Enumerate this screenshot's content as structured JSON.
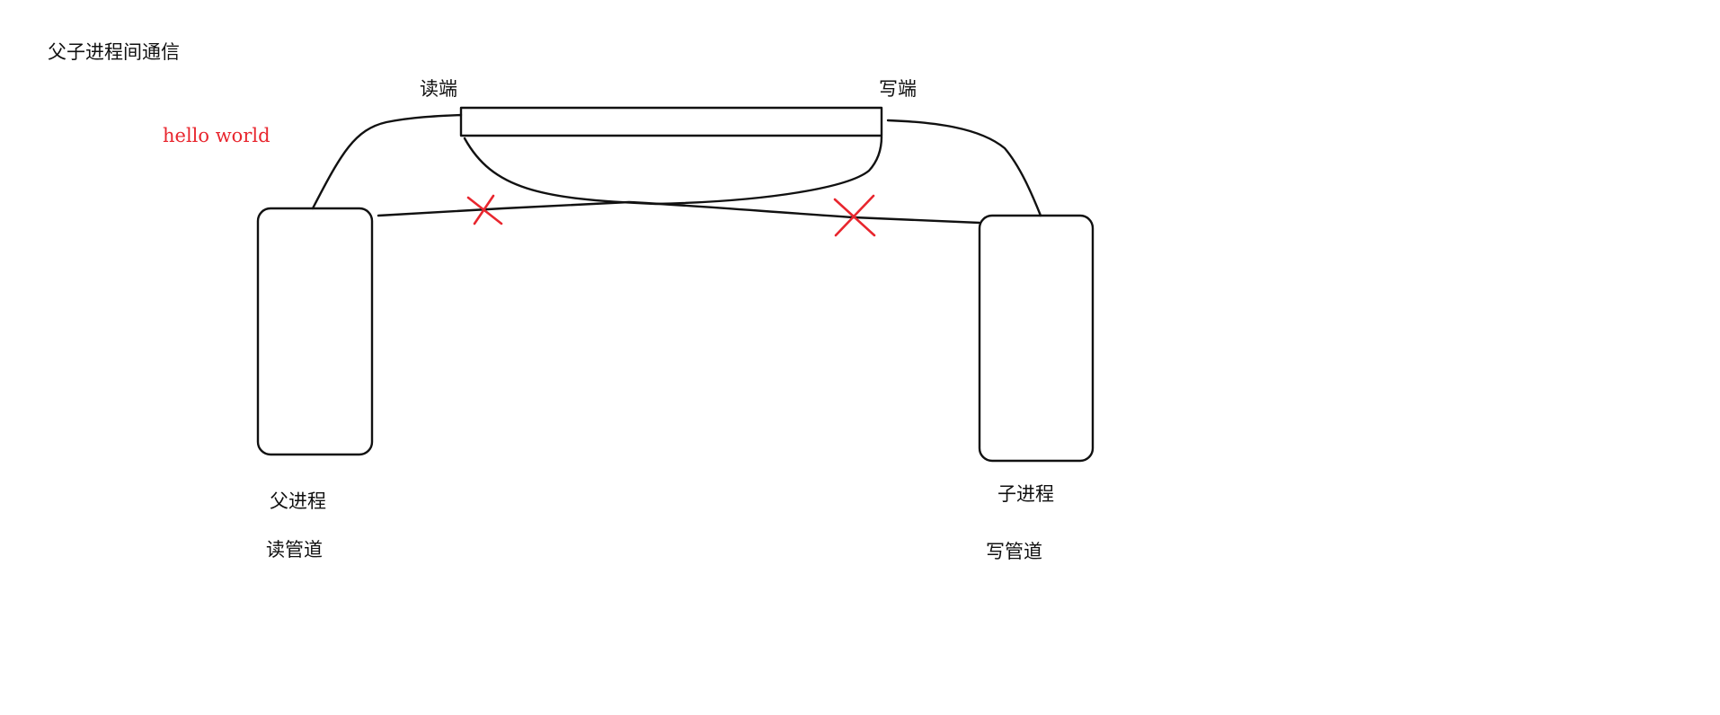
{
  "diagram": {
    "title": "父子进程间通信",
    "pipe": {
      "read_end_label": "读端",
      "write_end_label": "写端"
    },
    "message": "hello world",
    "parent": {
      "name": "父进程",
      "role": "读管道"
    },
    "child": {
      "name": "子进程",
      "role": "写管道"
    },
    "colors": {
      "ink": "#111111",
      "cross": "#e8262e",
      "message": "#e8262e"
    },
    "icons": {
      "closed_end_marker": "x-mark-icon"
    }
  }
}
